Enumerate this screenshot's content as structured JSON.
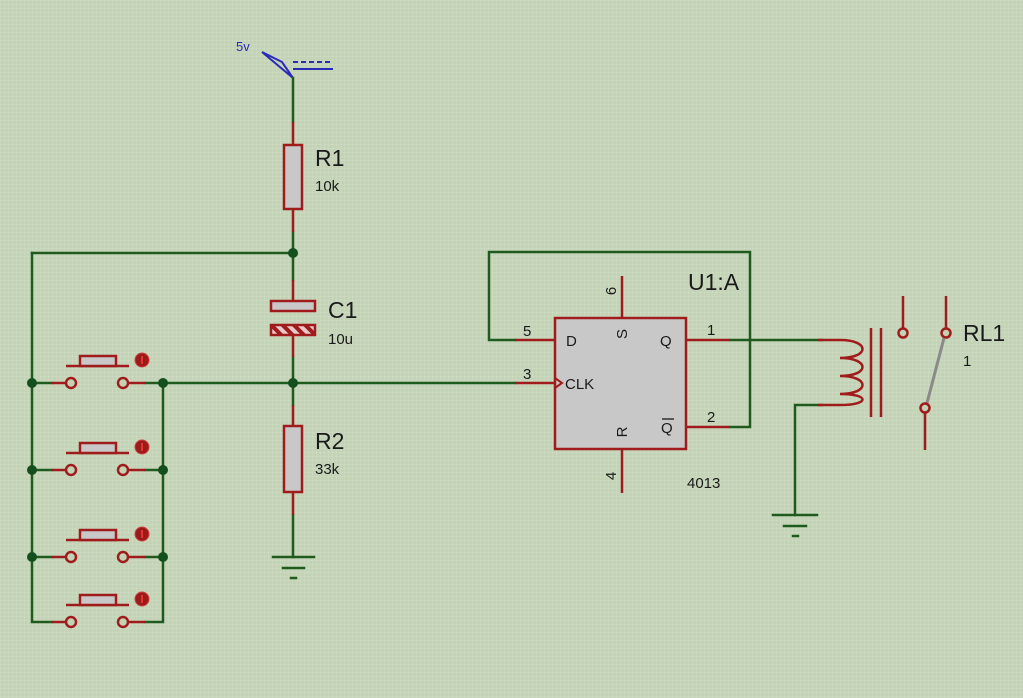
{
  "title": "Push-button toggle relay schematic (4013 D flip-flop)",
  "colors": {
    "background": "#c3d4b6",
    "wire": "#1f5a1f",
    "component": "#a01c1c",
    "component_fill": "#c8c8c8",
    "power": "#2a2ab8"
  },
  "power": {
    "label": "5v"
  },
  "components": {
    "R1": {
      "ref": "R1",
      "value": "10k"
    },
    "C1": {
      "ref": "C1",
      "value": "10u"
    },
    "R2": {
      "ref": "R2",
      "value": "33k"
    },
    "U1": {
      "ref": "U1:A",
      "part": "4013",
      "pins": {
        "D": {
          "name": "D",
          "number": "5"
        },
        "CLK": {
          "name": "CLK",
          "number": "3"
        },
        "S": {
          "name": "S",
          "number": "6"
        },
        "R": {
          "name": "R",
          "number": "4"
        },
        "Q": {
          "name": "Q",
          "number": "1"
        },
        "QB": {
          "name": "Q",
          "number": "2"
        }
      }
    },
    "RL1": {
      "ref": "RL1",
      "value": "1"
    }
  },
  "buttons": [
    {
      "id": "button-1"
    },
    {
      "id": "button-2"
    },
    {
      "id": "button-3"
    },
    {
      "id": "button-4"
    }
  ]
}
